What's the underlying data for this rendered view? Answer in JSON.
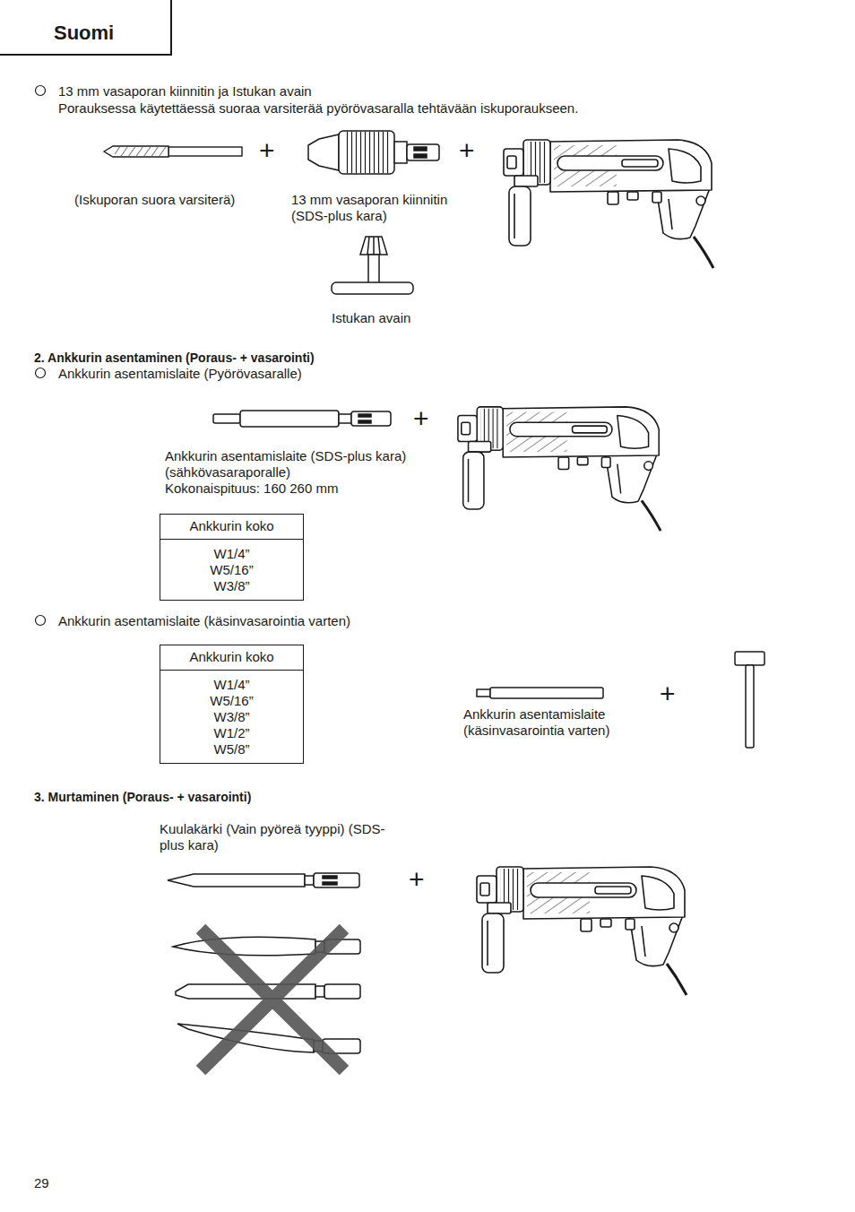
{
  "diagram": {
    "nodes": [
      {
        "text": [
          "Suomi"
        ]
      },
      {
        "text": [
          "Ankkurin koko",
          "W1/4”",
          "W5/16”",
          "W3/8”"
        ]
      },
      {
        "text": [
          "Ankkurin koko",
          "W1/4”",
          "W5/16”",
          "W3/8”",
          "W1/2”",
          "W5/8”"
        ]
      }
    ],
    "labels": [
      "13 mm vasaporan kiinnitin ja Istukan avain",
      "Porauksessa käytettäessä suoraa varsiterää pyörövasaralla tehtävään iskuporaukseen.",
      "+",
      "+",
      "(Iskuporan suora varsiterä)",
      "13 mm vasaporan kiinnitin (SDS-plus kara)",
      "Istukan avain",
      "2. Ankkurin asentaminen (Poraus- + vasarointi)",
      "Ankkurin asentamislaite (Pyörövasaralle)",
      "+",
      "Ankkurin asentamislaite (SDS-plus kara) (sähkövasaraporalle)",
      "Kokonaispituus: 160 260 mm",
      "Ankkurin asentamislaite (käsinvasarointia varten)",
      "Ankkurin asentamislaite (käsinvasarointia varten)",
      "+",
      "3. Murtaminen (Poraus- + vasarointi)",
      "Kuulakärki (Vain pyöreä tyyppi) (SDS-plus kara)",
      "+",
      "29"
    ]
  }
}
